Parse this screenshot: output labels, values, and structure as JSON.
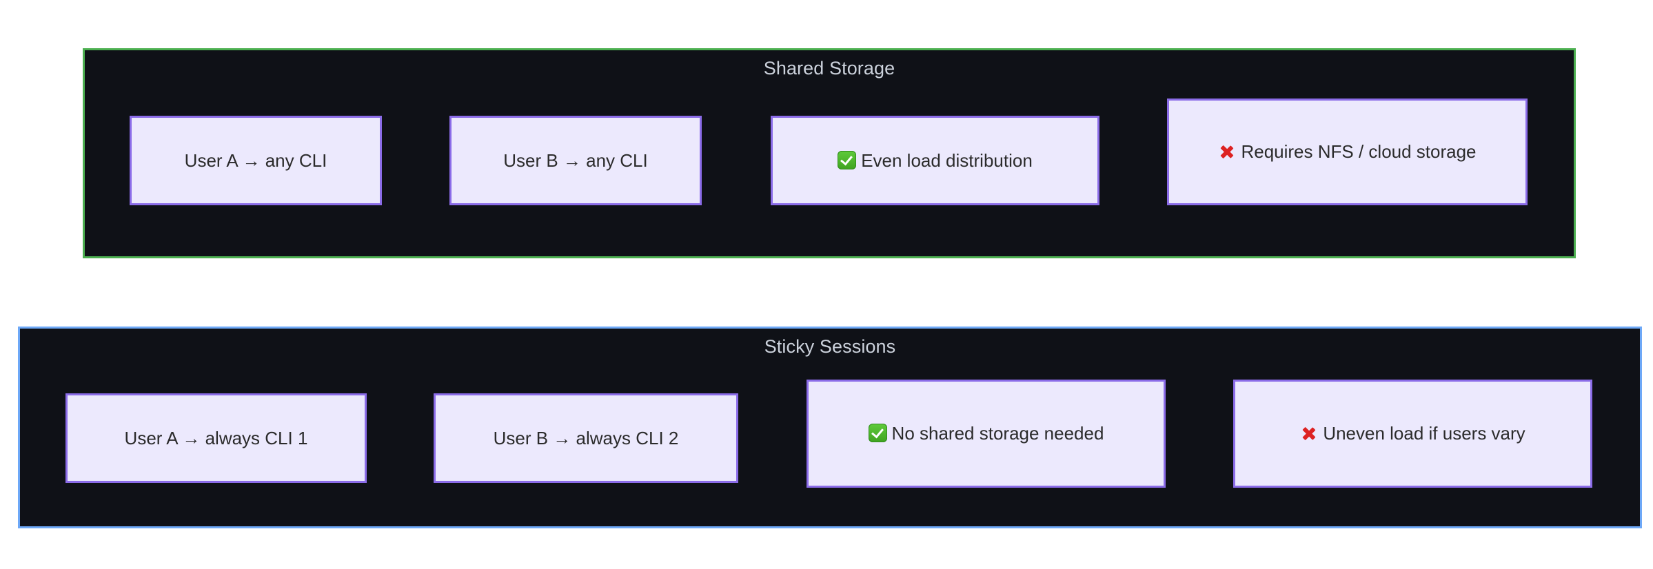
{
  "diagram": {
    "type": "flowchart-subgraphs",
    "background_color": "#ffffff",
    "subgraphs": [
      {
        "id": "shared-storage",
        "title": "Shared Storage",
        "border_color": "#4CAF50",
        "fill_color": "#0f1117",
        "nodes": [
          {
            "id": "user-a-any-cli",
            "icon": "none",
            "text": "User A → any CLI"
          },
          {
            "id": "user-b-any-cli",
            "icon": "none",
            "text": "User B → any CLI"
          },
          {
            "id": "even-load-distribution",
            "icon": "check",
            "text": "Even load distribution"
          },
          {
            "id": "requires-nfs-cloud",
            "icon": "cross",
            "text": "Requires NFS / cloud storage"
          }
        ]
      },
      {
        "id": "sticky-sessions",
        "title": "Sticky Sessions",
        "border_color": "#6DA8F7",
        "fill_color": "#0f1117",
        "nodes": [
          {
            "id": "user-a-always-cli-1",
            "icon": "none",
            "text": "User A → always CLI 1"
          },
          {
            "id": "user-b-always-cli-2",
            "icon": "none",
            "text": "User B → always CLI 2"
          },
          {
            "id": "no-shared-storage",
            "icon": "check",
            "text": "No shared storage needed"
          },
          {
            "id": "uneven-load",
            "icon": "cross",
            "text": "Uneven load if users vary"
          }
        ]
      }
    ],
    "node_style": {
      "fill_color": "#ECE9FD",
      "border_color": "#8B6CE8",
      "text_color": "#2b2b2b"
    },
    "title_text_color": "#ccd2dc"
  }
}
